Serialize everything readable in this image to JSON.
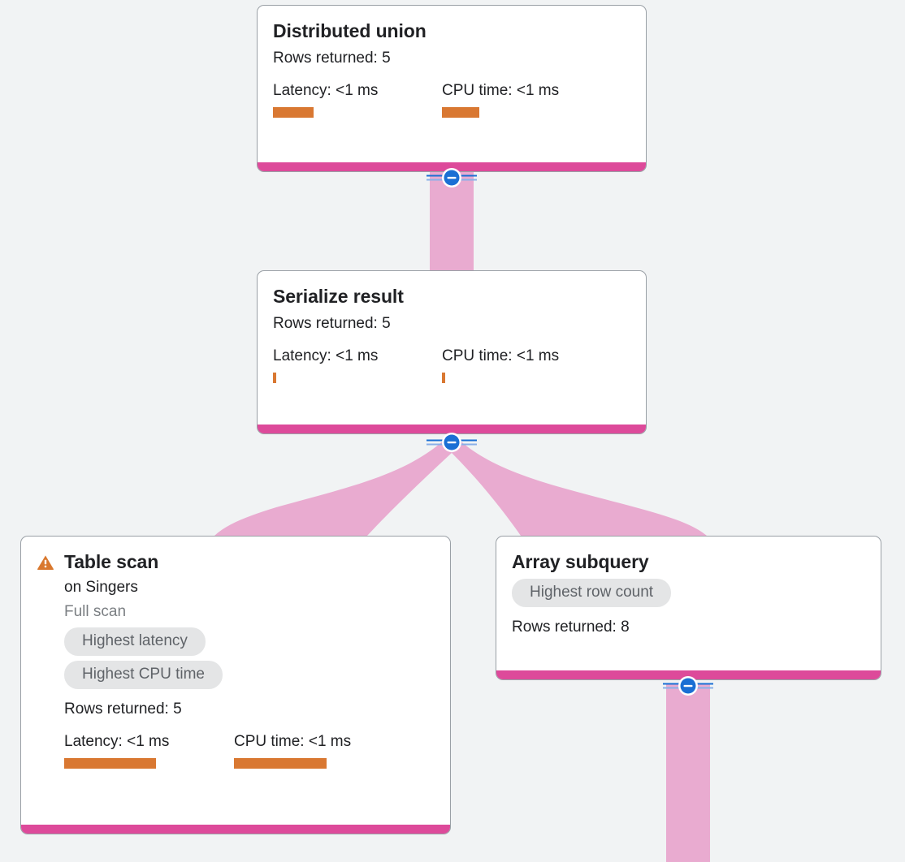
{
  "canvas": {
    "background": "#f1f3f4",
    "accent_color": "#dd4a9a",
    "edge_color": "#e9abd0",
    "bar_color": "#d97832",
    "chip_bg": "#e4e5e6",
    "chip_text": "#5f6368",
    "toggle_color": "#1a6fd4",
    "warn_color": "#d9782e"
  },
  "nodes": [
    {
      "id": "distributed-union",
      "title": "Distributed union",
      "rows_returned": "Rows returned: 5",
      "latency_label": "Latency: <1 ms",
      "cpu_label": "CPU time: <1 ms",
      "latency_bar_width": 50,
      "cpu_bar_width": 46,
      "has_warning": false,
      "chips": [],
      "subtitle": null,
      "scan_type": null
    },
    {
      "id": "serialize-result",
      "title": "Serialize result",
      "rows_returned": "Rows returned: 5",
      "latency_label": "Latency: <1 ms",
      "cpu_label": "CPU time: <1 ms",
      "latency_bar_width": 4,
      "cpu_bar_width": 4,
      "has_warning": false,
      "chips": [],
      "subtitle": null,
      "scan_type": null
    },
    {
      "id": "table-scan",
      "title": "Table scan",
      "subtitle": "on Singers",
      "scan_type": "Full scan",
      "rows_returned": "Rows returned: 5",
      "latency_label": "Latency: <1 ms",
      "cpu_label": "CPU time: <1 ms",
      "latency_bar_width": 113,
      "cpu_bar_width": 114,
      "has_warning": true,
      "chips": [
        "Highest latency",
        "Highest CPU time"
      ]
    },
    {
      "id": "array-subquery",
      "title": "Array subquery",
      "subtitle": null,
      "scan_type": null,
      "rows_returned": "Rows returned: 8",
      "latency_label": null,
      "cpu_label": null,
      "has_warning": false,
      "chips": [
        "Highest row count"
      ]
    }
  ],
  "toggles": [
    {
      "id": "toggle-distributed-union",
      "state": "collapse",
      "glyph": "minus"
    },
    {
      "id": "toggle-serialize-result",
      "state": "collapse",
      "glyph": "minus"
    },
    {
      "id": "toggle-array-subquery",
      "state": "collapse",
      "glyph": "minus"
    }
  ]
}
